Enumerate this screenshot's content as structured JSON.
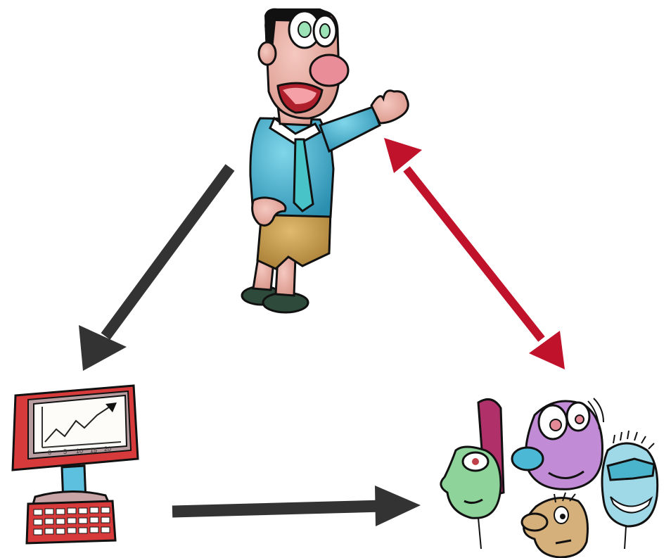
{
  "diagram": {
    "nodes": [
      {
        "id": "presenter",
        "icon": "presenter-cartoon-icon"
      },
      {
        "id": "computer",
        "icon": "computer-chart-icon"
      },
      {
        "id": "audience",
        "icon": "audience-faces-icon"
      }
    ],
    "edges": [
      {
        "from": "presenter",
        "to": "computer",
        "direction": "one-way",
        "color": "#333333"
      },
      {
        "from": "computer",
        "to": "audience",
        "direction": "one-way",
        "color": "#333333"
      },
      {
        "from": "presenter",
        "to": "audience",
        "direction": "two-way",
        "color": "#c0122a"
      }
    ],
    "screen_chart": {
      "x_ticks": [
        "0",
        "5",
        "10",
        "15",
        "20"
      ]
    }
  }
}
